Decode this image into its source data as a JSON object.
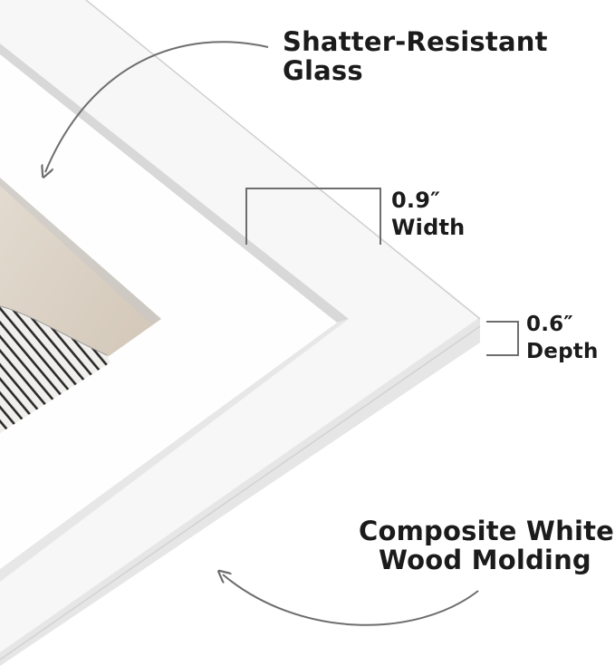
{
  "image": {
    "subject": "white-picture-frame-corner",
    "colors": {
      "frame_face": "#f6f6f6",
      "frame_shadow": "#e2e2e2",
      "mat": "#fdfdfd",
      "photo_tone": "#d9cfc2",
      "text": "#1b1b1b",
      "arrow": "#6e6e6e"
    }
  },
  "callouts": {
    "glass": {
      "line1": "Shatter-Resistant",
      "line2": "Glass",
      "icon": "curved-arrow-icon"
    },
    "width": {
      "value": "0.9″",
      "label": "Width",
      "icon": "bracket-icon"
    },
    "depth": {
      "value": "0.6″",
      "label": "Depth",
      "icon": "bracket-icon"
    },
    "molding": {
      "line1": "Composite White",
      "line2": "Wood Molding",
      "icon": "curved-arrow-icon"
    }
  }
}
